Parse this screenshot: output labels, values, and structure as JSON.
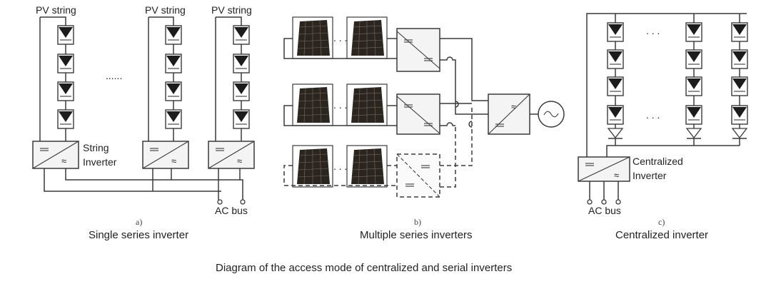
{
  "title": "Diagram of the access mode of centralized and serial inverters",
  "panel_a": {
    "pv_string_labels": [
      "PV string",
      "PV string",
      "PV string"
    ],
    "ellipsis": "......",
    "inverter_label_line1": "String",
    "inverter_label_line2": "Inverter",
    "ac_bus_label": "AC bus",
    "sub_label": "a)",
    "caption": "Single series inverter"
  },
  "panel_b": {
    "dots": ". . .",
    "sub_label": "b)",
    "caption": "Multiple series inverters"
  },
  "panel_c": {
    "dots": ". . .",
    "inverter_label_line1": "Centralized",
    "inverter_label_line2": "Inverter",
    "ac_bus_label": "AC bus",
    "sub_label": "c)",
    "caption": "Centralized inverter"
  }
}
